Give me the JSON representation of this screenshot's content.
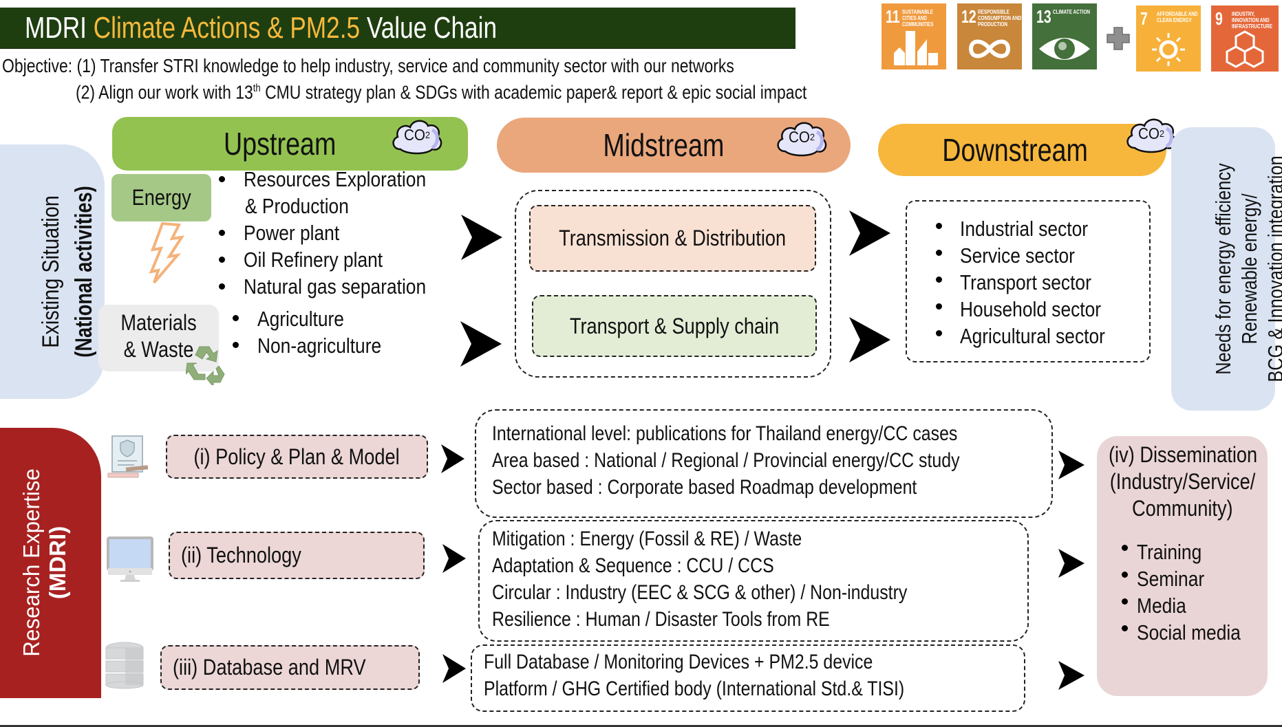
{
  "header": {
    "title_part1": "MDRI ",
    "title_highlight": "Climate Actions & PM2.5",
    "title_part2": " Value Chain",
    "colors": {
      "bar": "#1f3e10",
      "highlight": "#f6b93b",
      "text": "#ffffff"
    }
  },
  "objective": {
    "line1": "Objective: (1) Transfer STRI knowledge to help industry, service and community sector with our networks",
    "line2_pre": "(2) Align our work with 13",
    "line2_sup": "th",
    "line2_post": " CMU strategy plan & SDGs with academic paper& report & epic social impact"
  },
  "sdgs": [
    {
      "number": "11",
      "label": "Sustainable cities and communities",
      "icon": "city-buildings-icon",
      "color": "#f09a3e"
    },
    {
      "number": "12",
      "label": "Responsible consumption and production",
      "icon": "infinity-loop-icon",
      "color": "#c8873a"
    },
    {
      "number": "13",
      "label": "Climate action",
      "icon": "eye-globe-icon",
      "color": "#44703b"
    },
    {
      "number": "7",
      "label": "Affordable and clean energy",
      "icon": "sun-power-icon",
      "color": "#f7b13a"
    },
    {
      "number": "9",
      "label": "Industry, innovation and infrastructure",
      "icon": "cubes-icon",
      "color": "#e4673a"
    }
  ],
  "plus_icon": "plus-icon",
  "existing_situation": {
    "line1": "Existing Situation",
    "line2": "(National activities)"
  },
  "upstream": {
    "title": "Upstream",
    "cloud_label": "CO",
    "cloud_sub": "2",
    "energy_label": "Energy",
    "energy_items": [
      "Resources Exploration",
      "& Production",
      "Power plant",
      "Oil Refinery plant",
      "Natural gas separation"
    ],
    "materials_line1": "Materials",
    "materials_line2": "& Waste",
    "materials_items": [
      "Agriculture",
      "Non-agriculture"
    ]
  },
  "midstream": {
    "title": "Midstream",
    "cloud_label": "CO",
    "cloud_sub": "2",
    "items": [
      "Transmission & Distribution",
      "Transport & Supply chain"
    ]
  },
  "downstream": {
    "title": "Downstream",
    "cloud_label": "CO",
    "cloud_sub": "2",
    "items": [
      "Industrial sector",
      "Service sector",
      "Transport sector",
      "Household sector",
      "Agricultural sector"
    ]
  },
  "needs": {
    "line1": "Needs for energy efficiency",
    "line2": "Renewable energy/",
    "line3": "BCG & Innovation integration"
  },
  "research": {
    "line1": "Research Expertise",
    "line2": "(MDRI)",
    "rows": [
      {
        "label": "(i) Policy & Plan & Model",
        "icon": "policy-document-icon",
        "details": [
          "International level: publications for Thailand energy/CC cases",
          "Area based : National / Regional / Provincial energy/CC study",
          "Sector based : Corporate based Roadmap development"
        ]
      },
      {
        "label": "(ii) Technology",
        "icon": "computer-monitor-icon",
        "details": [
          "Mitigation : Energy (Fossil & RE) / Waste",
          "Adaptation & Sequence : CCU / CCS",
          "Circular : Industry (EEC & SCG & other) / Non-industry",
          "Resilience : Human / Disaster Tools from RE"
        ]
      },
      {
        "label": "(iii) Database and MRV",
        "icon": "database-icon",
        "details": [
          "Full Database / Monitoring Devices + PM2.5 device",
          "Platform / GHG Certified body (International Std.& TISI)"
        ]
      }
    ]
  },
  "dissemination": {
    "line1": "(iv) Dissemination",
    "line2": "(Industry/Service/",
    "line3": "Community)",
    "items": [
      "Training",
      "Seminar",
      "Media",
      "Social media"
    ]
  }
}
